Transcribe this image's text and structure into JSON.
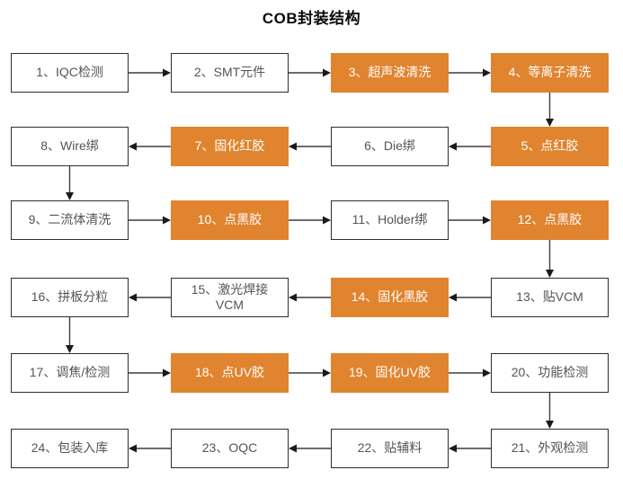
{
  "title": "COB封装结构",
  "colors": {
    "node_orange": "#E0842F",
    "node_white": "#FFFFFF",
    "node_border": "#2E2E2E",
    "text_dark": "#555555",
    "text_light": "#FFFFFF",
    "arrow_line": "#3D3D3D",
    "arrow_head": "#1A1A1A"
  },
  "flow": {
    "grid": {
      "columns": 4,
      "rows": 6
    },
    "nodes": [
      {
        "id": 1,
        "label": "1、IQC检测",
        "col": 0,
        "row": 0,
        "variant": "plain"
      },
      {
        "id": 2,
        "label": "2、SMT元件",
        "col": 1,
        "row": 0,
        "variant": "plain"
      },
      {
        "id": 3,
        "label": "3、超声波清洗",
        "col": 2,
        "row": 0,
        "variant": "orange"
      },
      {
        "id": 4,
        "label": "4、等离子清洗",
        "col": 3,
        "row": 0,
        "variant": "orange"
      },
      {
        "id": 5,
        "label": "5、点红胶",
        "col": 3,
        "row": 1,
        "variant": "orange"
      },
      {
        "id": 6,
        "label": "6、Die绑",
        "col": 2,
        "row": 1,
        "variant": "plain"
      },
      {
        "id": 7,
        "label": "7、固化红胶",
        "col": 1,
        "row": 1,
        "variant": "orange"
      },
      {
        "id": 8,
        "label": "8、Wire绑",
        "col": 0,
        "row": 1,
        "variant": "plain"
      },
      {
        "id": 9,
        "label": "9、二流体清洗",
        "col": 0,
        "row": 2,
        "variant": "plain"
      },
      {
        "id": 10,
        "label": "10、点黑胶",
        "col": 1,
        "row": 2,
        "variant": "orange"
      },
      {
        "id": 11,
        "label": "11、Holder绑",
        "col": 2,
        "row": 2,
        "variant": "plain"
      },
      {
        "id": 12,
        "label": "12、点黑胶",
        "col": 3,
        "row": 2,
        "variant": "orange"
      },
      {
        "id": 13,
        "label": "13、贴VCM",
        "col": 3,
        "row": 3,
        "variant": "plain"
      },
      {
        "id": 14,
        "label": "14、固化黑胶",
        "col": 2,
        "row": 3,
        "variant": "orange"
      },
      {
        "id": 15,
        "label": "15、激光焊接\nVCM",
        "col": 1,
        "row": 3,
        "variant": "plain"
      },
      {
        "id": 16,
        "label": "16、拼板分粒",
        "col": 0,
        "row": 3,
        "variant": "plain"
      },
      {
        "id": 17,
        "label": "17、调焦/检测",
        "col": 0,
        "row": 4,
        "variant": "plain"
      },
      {
        "id": 18,
        "label": "18、点UV胶",
        "col": 1,
        "row": 4,
        "variant": "orange"
      },
      {
        "id": 19,
        "label": "19、固化UV胶",
        "col": 2,
        "row": 4,
        "variant": "orange"
      },
      {
        "id": 20,
        "label": "20、功能检测",
        "col": 3,
        "row": 4,
        "variant": "plain"
      },
      {
        "id": 21,
        "label": "21、外观检测",
        "col": 3,
        "row": 5,
        "variant": "plain"
      },
      {
        "id": 22,
        "label": "22、贴辅料",
        "col": 2,
        "row": 5,
        "variant": "plain"
      },
      {
        "id": 23,
        "label": "23、OQC",
        "col": 1,
        "row": 5,
        "variant": "plain"
      },
      {
        "id": 24,
        "label": "24、包装入库",
        "col": 0,
        "row": 5,
        "variant": "plain"
      }
    ]
  }
}
